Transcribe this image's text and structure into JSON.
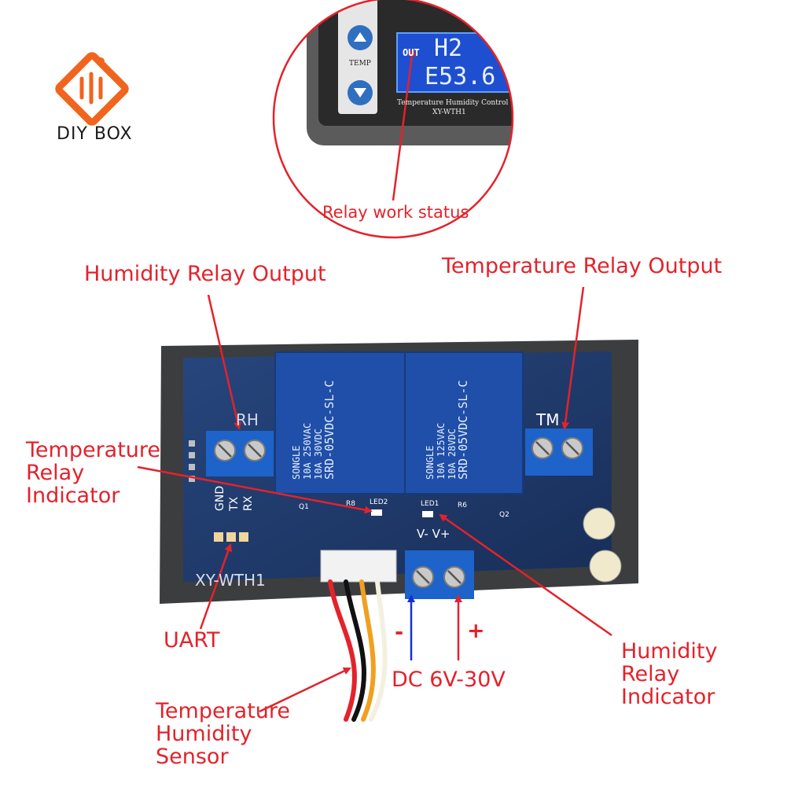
{
  "brand": {
    "name": "DIY BOX",
    "logo_icon": "diy-box-logo-icon",
    "accent": "#f0641e"
  },
  "inset": {
    "caption": "Relay work status",
    "display_label": "OUT",
    "display_line1": "H2",
    "display_line2": "E53.6",
    "button_label": "TEMP",
    "model_caption_1": "Temperature Humidity Control",
    "model_caption_2": "XY-WTH1"
  },
  "callouts": {
    "humidity_relay_output": "Humidity Relay Output",
    "temperature_relay_output": "Temperature Relay Output",
    "temperature_relay_indicator": [
      "Temperature",
      "Relay",
      "Indicator"
    ],
    "humidity_relay_indicator": [
      "Humidity",
      "Relay",
      "Indicator"
    ],
    "uart": "UART",
    "sensor": [
      "Temperature",
      "Humidity",
      "Sensor"
    ],
    "power": "DC 6V-30V",
    "minus": "-",
    "plus": "+"
  },
  "board": {
    "model": "XY-WTH1",
    "rh_label": "RH",
    "tm_label": "TM",
    "uart_pins": [
      "GND",
      "TX",
      "RX"
    ],
    "power_pins": "V- V+",
    "relay_brand": "SONGLE",
    "relay_model": "SRD-05VDC-SL-C",
    "relay_ratings": [
      "10A 250VAC",
      "10A 125VAC",
      "10A 30VDC",
      "10A 28VDC"
    ],
    "led_labels": [
      "LED2",
      "LED1"
    ],
    "r_labels": [
      "R8",
      "R6"
    ],
    "q_labels": [
      "Q1",
      "Q2"
    ]
  },
  "colors": {
    "callout_red": "#e4222b",
    "arrow_blue": "#1530d8",
    "board_blue": "#1e3a6e",
    "relay_blue": "#1f4fa8"
  }
}
